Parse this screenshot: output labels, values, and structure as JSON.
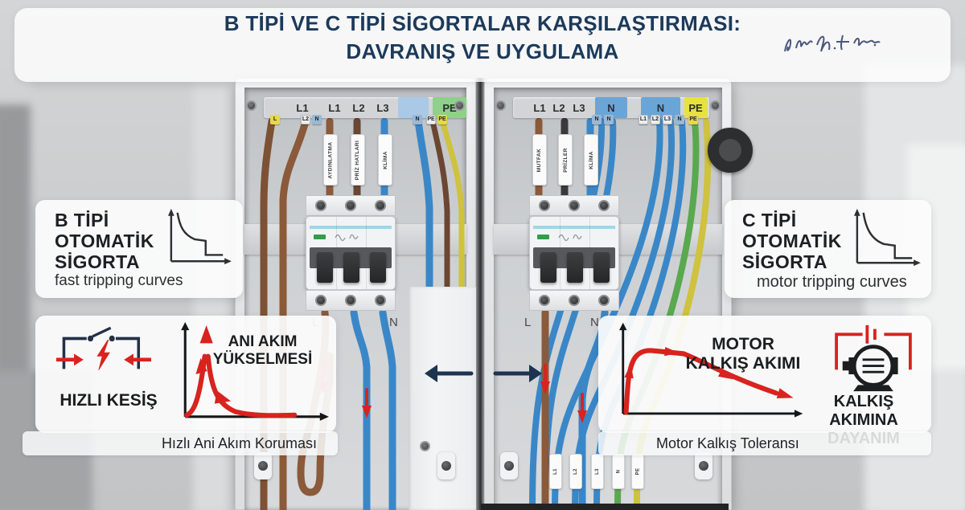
{
  "header": {
    "title_line1": "B TİPİ VE C TİPİ SİGORTALAR KARŞILAŞTIRMASI:",
    "title_line2": "DAVRANIŞ VE UYGULAMA"
  },
  "cards": {
    "b_type": {
      "title1": "B TİPİ",
      "title2": "OTOMATİK",
      "title3": "SİGORTA",
      "subtitle": "fast tripping curves"
    },
    "c_type": {
      "title1": "C TİPİ",
      "title2": "OTOMATİK",
      "title3": "SİGORTA",
      "subtitle": "motor tripping curves"
    },
    "fast_cut": {
      "label": "HIZLI KESİŞ",
      "chart_label1": "ANI AKIM",
      "chart_label2": "YÜKSELMESİ",
      "caption": "Hızlı Ani Akım Koruması"
    },
    "motor_start": {
      "chart_label1": "MOTOR",
      "chart_label2": "KALKIŞ AKIMI",
      "label1": "KALKIŞ AKIMINA",
      "label2": "DAYANIM",
      "caption": "Motor Kalkış Toleransı"
    }
  },
  "left_panel": {
    "terminals": [
      "L1",
      "L1",
      "L2",
      "L3",
      "PE"
    ],
    "top_tags": [
      "L",
      "L2",
      "N",
      "N",
      "PE",
      "PE"
    ],
    "circuit_labels": [
      "AYDINLATMA",
      "PRİZ HATLARI",
      "KLİMA"
    ],
    "phase_l": "L",
    "phase_n": "N"
  },
  "right_panel": {
    "terminals": [
      "L1",
      "L2",
      "L3",
      "N",
      "N",
      "PE"
    ],
    "top_tags": [
      "N",
      "N",
      "L1",
      "L2",
      "L3",
      "N",
      "PE"
    ],
    "circuit_labels": [
      "MUTFAK",
      "PRİZLER",
      "KLİMA"
    ],
    "phase_l": "L",
    "phase_n": "N",
    "bottom_tags": [
      "L1",
      "L2",
      "L3",
      "N",
      "PE"
    ]
  },
  "colors": {
    "navy": "#1c3a5a",
    "red": "#d8231f",
    "wire_brown": "#8a5a3a",
    "wire_blue": "#3a87c8",
    "wire_black": "#3a3a3c",
    "wire_green": "#5aa84f",
    "wire_yellow": "#cfc23e",
    "pe_green_bg": "#8fd08a",
    "pe_yellow_bg": "#e8e23c",
    "n_blue_bg": "#6aa5d8"
  }
}
